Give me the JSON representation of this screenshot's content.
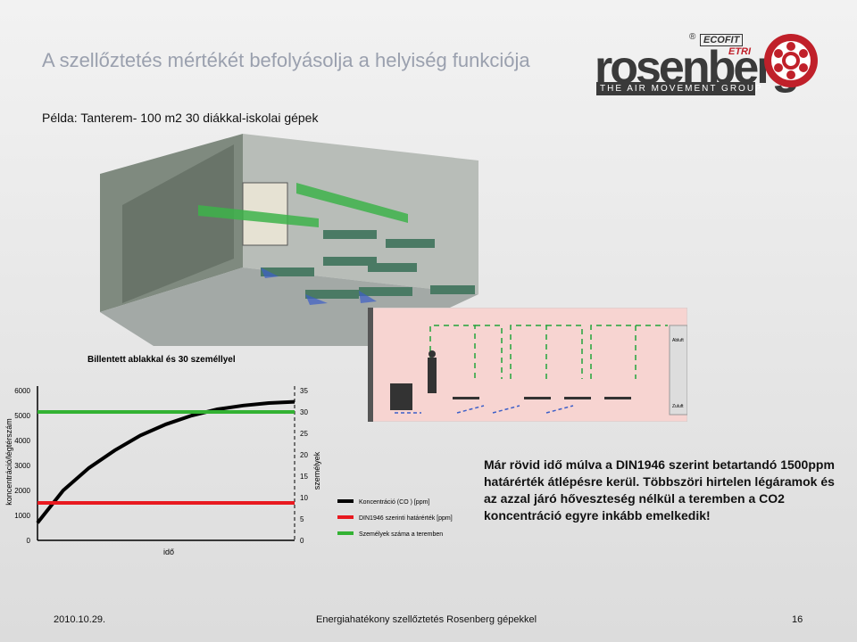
{
  "slide": {
    "title": "A szellőztetés mértékét befolyásolja a helyiség funkciója",
    "subtitle": "Példa: Tanterem- 100 m2 30 diákkal-iskolai gépek",
    "note": "Már rövid idő múlva a DIN1946 szerint betartandó 1500ppm határérték átlépésre kerül. Többszöri hirtelen légáramok és az azzal járó hőveszteség nélkül a teremben a CO2 koncentráció egyre inkább emelkedik!"
  },
  "logo": {
    "registered": "®",
    "ecofit": "ECOFIT",
    "etri": "ETRI",
    "word": "rosenberg",
    "tagline": "THE AIR MOVEMENT GROUP",
    "brand_color": "#c0202a"
  },
  "section_labels": {
    "upper": "Abluft",
    "lower": "Zuluft"
  },
  "chart_data": {
    "type": "line",
    "title": "Billentett ablakkal és 30 személlyel",
    "xlabel": "idő",
    "ylabel_left": "koncentráció/légtérszám",
    "ylabel_right": "személyek",
    "y_left_ticks": [
      0,
      1000,
      2000,
      3000,
      4000,
      5000,
      6000
    ],
    "y_right_ticks": [
      0,
      5,
      10,
      15,
      20,
      25,
      30,
      35
    ],
    "ylim_left": [
      0,
      6000
    ],
    "ylim_right": [
      0,
      35
    ],
    "x_range": [
      0,
      1
    ],
    "series": [
      {
        "name": "Koncentráció (CO ) [ppm]",
        "color": "#000000",
        "x": [
          0,
          0.1,
          0.2,
          0.3,
          0.4,
          0.5,
          0.6,
          0.7,
          0.8,
          0.9,
          1.0
        ],
        "values": [
          700,
          2000,
          2900,
          3600,
          4200,
          4650,
          5000,
          5250,
          5400,
          5500,
          5550
        ]
      },
      {
        "name": "DIN1946 szerinti határérték [ppm]",
        "color": "#e8191f",
        "x": [
          0,
          1
        ],
        "values": [
          1500,
          1500
        ]
      },
      {
        "name": "Személyek száma a teremben",
        "color": "#33b233",
        "x": [
          0,
          1
        ],
        "values": [
          30,
          30
        ],
        "axis": "right"
      }
    ],
    "legend_placement": "right",
    "grid": false
  },
  "footer": {
    "date": "2010.10.29.",
    "center": "Energiahatékony szellőztetés Rosenberg gépekkel",
    "page": "16"
  }
}
